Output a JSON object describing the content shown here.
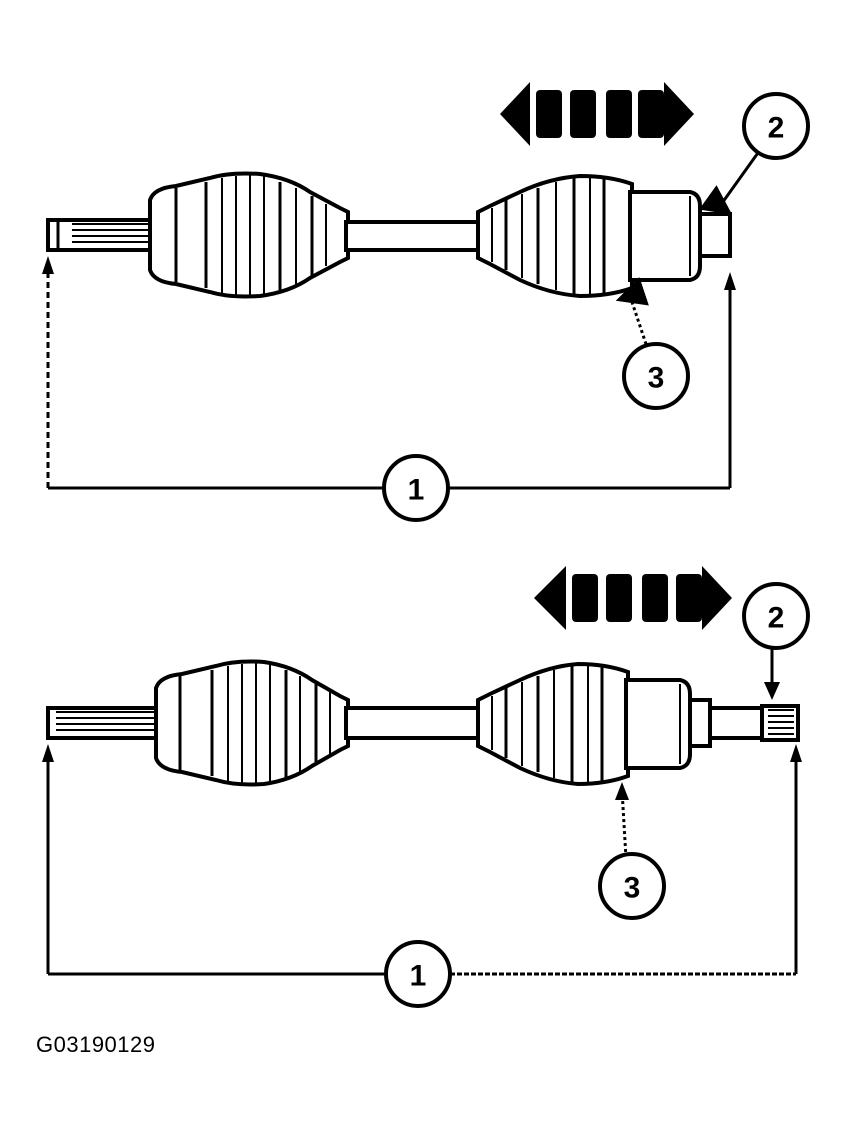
{
  "colors": {
    "ink": "#000000",
    "paper": "#ffffff"
  },
  "callouts": {
    "top": {
      "length": "1",
      "fitting": "2",
      "boot": "3"
    },
    "bottom": {
      "length": "1",
      "fitting": "2",
      "boot": "3"
    }
  },
  "figure_code": "G03190129"
}
